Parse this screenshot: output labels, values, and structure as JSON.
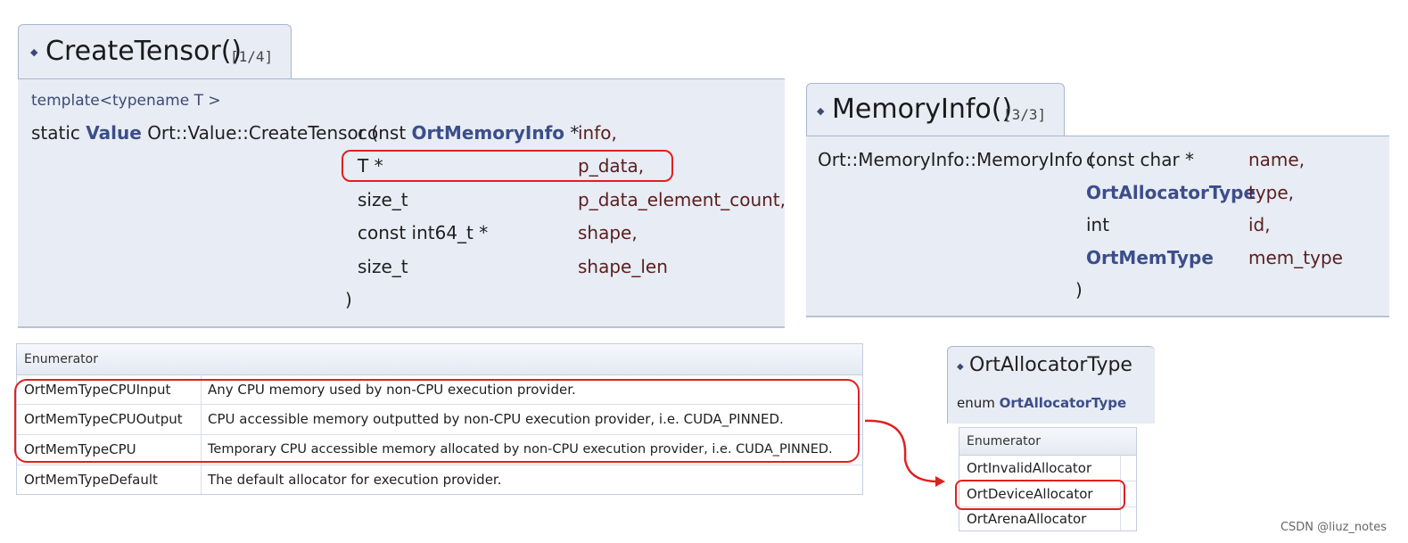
{
  "create_tensor": {
    "name": "CreateTensor()",
    "index": "[1/4]",
    "template_line": "template<typename T >",
    "sig_static": "static",
    "sig_return": "Value",
    "sig_qualname": "Ort::Value::CreateTensor (",
    "params": [
      {
        "type_pre": "const",
        "type_kw": "OrtMemoryInfo",
        "type_post": "*",
        "name": "info,"
      },
      {
        "type_pre": "T *",
        "type_kw": "",
        "type_post": "",
        "name": "p_data,"
      },
      {
        "type_pre": "size_t",
        "type_kw": "",
        "type_post": "",
        "name": "p_data_element_count,"
      },
      {
        "type_pre": "const int64_t *",
        "type_kw": "",
        "type_post": "",
        "name": "shape,"
      },
      {
        "type_pre": "size_t",
        "type_kw": "",
        "type_post": "",
        "name": "shape_len"
      }
    ],
    "close": ")"
  },
  "memory_info": {
    "name": "MemoryInfo()",
    "index": "[3/3]",
    "sig_qualname": "Ort::MemoryInfo::MemoryInfo (",
    "params": [
      {
        "type_pre": "const char *",
        "type_kw": "",
        "name": "name,"
      },
      {
        "type_pre": "",
        "type_kw": "OrtAllocatorType",
        "name": "type,"
      },
      {
        "type_pre": "int",
        "type_kw": "",
        "name": "id,"
      },
      {
        "type_pre": "",
        "type_kw": "OrtMemType",
        "name": "mem_type"
      }
    ],
    "close": ")"
  },
  "mem_type_table": {
    "header": "Enumerator",
    "rows": [
      {
        "name": "OrtMemTypeCPUInput",
        "desc": "Any CPU memory used by non-CPU execution provider."
      },
      {
        "name": "OrtMemTypeCPUOutput",
        "desc": "CPU accessible memory outputted by non-CPU execution provider, i.e. CUDA_PINNED."
      },
      {
        "name": "OrtMemTypeCPU",
        "desc": "Temporary CPU accessible memory allocated by non-CPU execution provider, i.e. CUDA_PINNED."
      },
      {
        "name": "OrtMemTypeDefault",
        "desc": "The default allocator for execution provider."
      }
    ]
  },
  "allocator_type": {
    "name": "OrtAllocatorType",
    "enum_kw": "enum",
    "enum_name": "OrtAllocatorType",
    "header": "Enumerator",
    "rows": [
      "OrtInvalidAllocator",
      "OrtDeviceAllocator",
      "OrtArenaAllocator"
    ]
  },
  "watermark": "CSDN @liuz_notes",
  "colors": {
    "highlight": "#e02020",
    "panel": "#e8ecf4",
    "keyword": "#3c4e8a"
  }
}
